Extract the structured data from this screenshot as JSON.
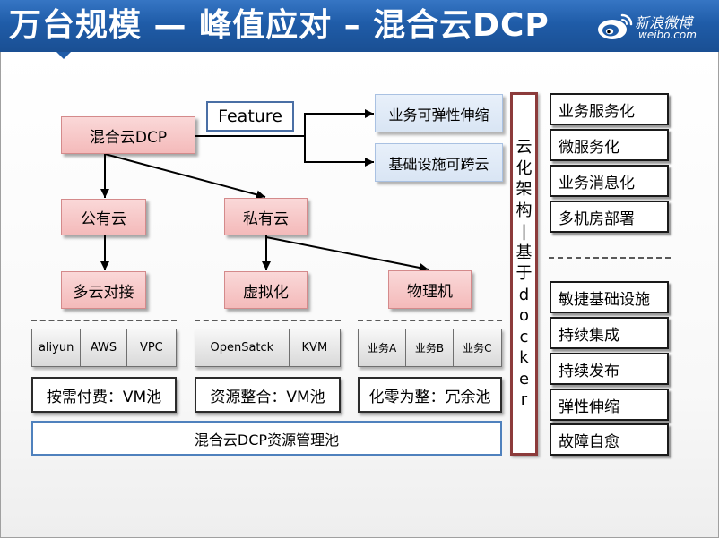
{
  "header": {
    "title": "万台规模 — 峰值应对 – 混合云DCP",
    "logo": {
      "icon": "weibo-eye-icon",
      "name": "新浪微博",
      "domain": "weibo.com"
    }
  },
  "diagram": {
    "root": "混合云DCP",
    "feature_tag": "Feature",
    "features": [
      "业务可弹性伸缩",
      "基础设施可跨云"
    ],
    "public_cloud": "公有云",
    "private_cloud": "私有云",
    "multi_cloud": "多云对接",
    "virtualization": "虚拟化",
    "physical_machine": "物理机",
    "pools": [
      {
        "items": [
          "aliyun",
          "AWS",
          "VPC"
        ],
        "summary": "按需付费：VM池"
      },
      {
        "items": [
          "OpenSatck",
          "KVM"
        ],
        "summary": "资源整合：VM池"
      },
      {
        "items": [
          "业务A",
          "业务B",
          "业务C"
        ],
        "summary": "化零为整：冗余池"
      }
    ],
    "resource_pool": "混合云DCP资源管理池"
  },
  "architecture_label": "云化架构|基于docker",
  "capabilities": {
    "service_group": [
      "业务服务化",
      "微服务化",
      "业务消息化",
      "多机房部署"
    ],
    "infrastructure_group": [
      "敏捷基础设施",
      "持续集成",
      "持续发布",
      "弹性伸缩",
      "故障自愈"
    ]
  },
  "colors": {
    "banner": "#1f5ca8",
    "node_pink": "#f4baba",
    "node_blue": "#d9e5f4",
    "pool_gray": "#d9d9d9",
    "resource_pool_border": "#4f81bd",
    "architecture_border": "#8c3b3b",
    "feature_tag_border": "#4a6fa5"
  }
}
